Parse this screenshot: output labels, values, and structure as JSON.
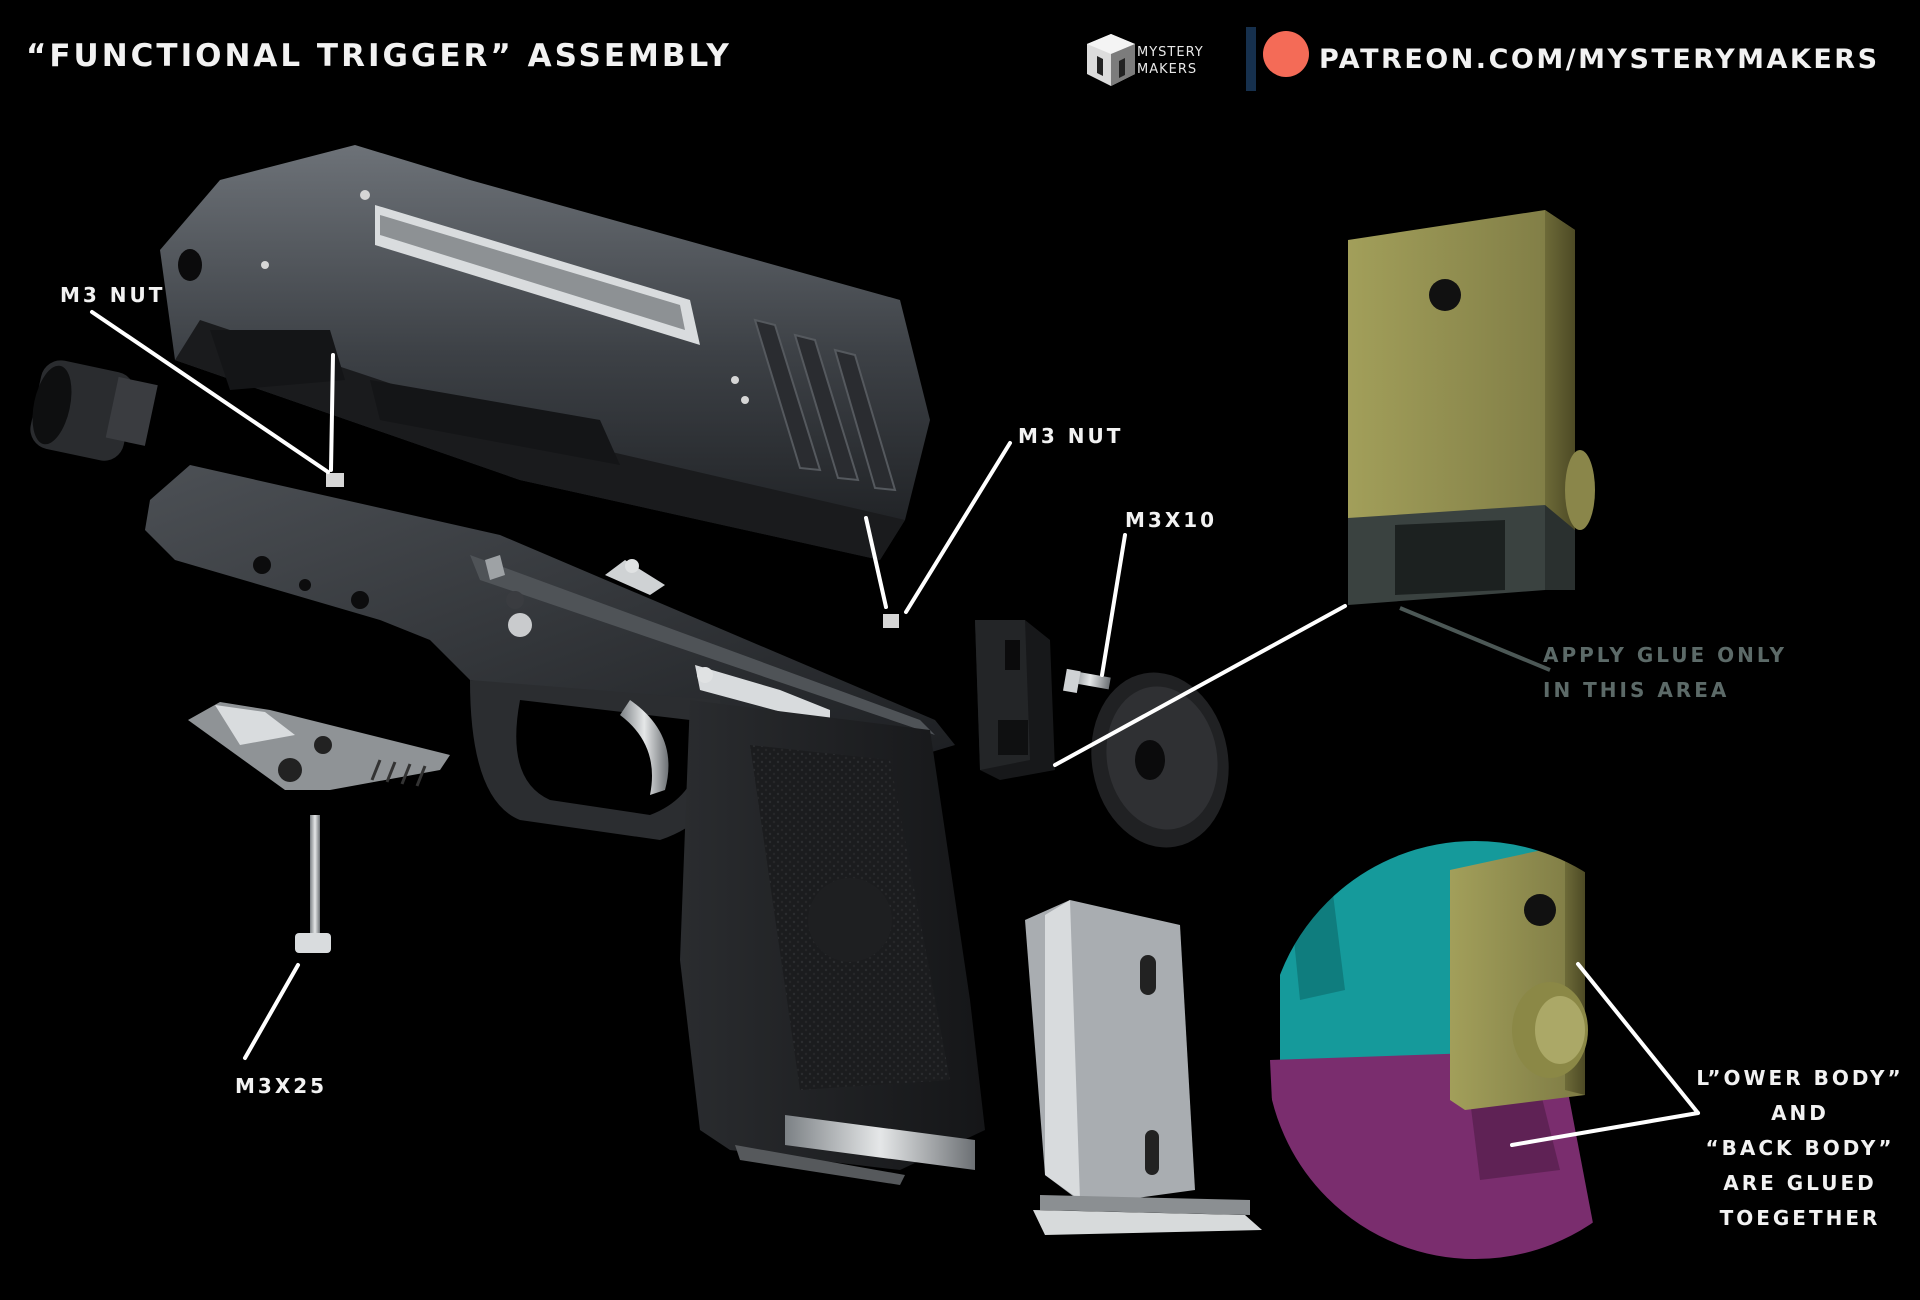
{
  "header": {
    "title": "“FUNCTIONAL TRIGGER” ASSEMBLY",
    "brand_line1": "MYSTERY",
    "brand_line2": "MAKERS",
    "patreon_url": "PATREON.COM/MYSTERYMAKERS"
  },
  "labels": {
    "m3_nut_left": "M3 NUT",
    "m3_nut_center": "M3 NUT",
    "m3x10": "M3X10",
    "m3x25": "M3X25",
    "glue_line1": "APPLY GLUE ONLY",
    "glue_line2": "IN THIS AREA",
    "glued_line1": "L”OWER BODY”",
    "glued_line2": "AND",
    "glued_line3": "“BACK BODY”",
    "glued_line4": "ARE GLUED",
    "glued_line5": "TOEGETHER"
  },
  "colors": {
    "background": "#000000",
    "patreon_accent": "#f46b57",
    "divider": "#16304d",
    "back_body": "#8c8a4c",
    "lower_body_teal": "#1aa7a7",
    "purple_part": "#7a2d6e",
    "glue_text": "#5c6a68"
  }
}
